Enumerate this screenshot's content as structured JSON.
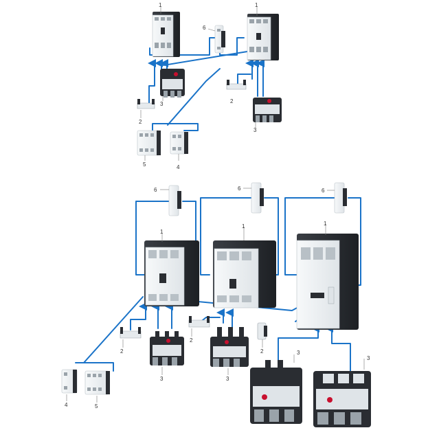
{
  "diagram": {
    "labels": {
      "contactor": "1",
      "mechanical_interlock": "2",
      "overload_relay": "3",
      "auxiliary_contact_2pole": "4",
      "auxiliary_contact_4pole": "5",
      "side_auxiliary_contact": "6"
    }
  },
  "colors": {
    "connector_line": "#1a73c8",
    "housing_white": "#eef1f3",
    "housing_dark": "#2a2d32",
    "relay_red": "#c8102e",
    "label_text": "#333333"
  }
}
